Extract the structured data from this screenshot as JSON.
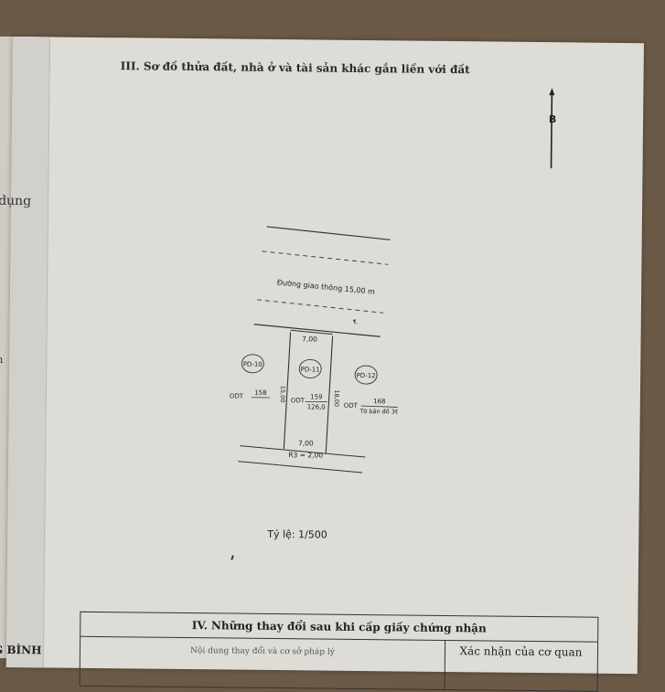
{
  "document": {
    "section_title": "III. Sơ đồ thửa đất, nhà ở và tài sản khác gắn liền với đất",
    "left_margin_word": "dụng",
    "left_margin_word2": "n",
    "bottom_left_word": "G BÌNH",
    "north_label": "B"
  },
  "plan": {
    "road_label": "Đường giao thông 15,00 m",
    "top_width": "7,00",
    "bottom_width": "7,00",
    "setback_label": "R3 = 2,00",
    "left_depth": "15,00",
    "right_depth": "18,00",
    "parcels": [
      {
        "code": "PD-10",
        "use": "ODT",
        "number": "158"
      },
      {
        "code": "PD-11",
        "use": "ODT",
        "number": "159",
        "area": "126,0"
      },
      {
        "code": "PD-12",
        "use": "ODT",
        "number": "168",
        "sheet": "Tờ bản đồ 36"
      }
    ]
  },
  "scale": {
    "label": "Tỷ lệ: 1/500"
  },
  "changes": {
    "title": "IV. Những thay đổi sau khi cấp giấy chứng nhận",
    "col_content": "Nội dung thay đổi và cơ sở pháp lý",
    "col_confirm": "Xác nhận của cơ quan"
  }
}
